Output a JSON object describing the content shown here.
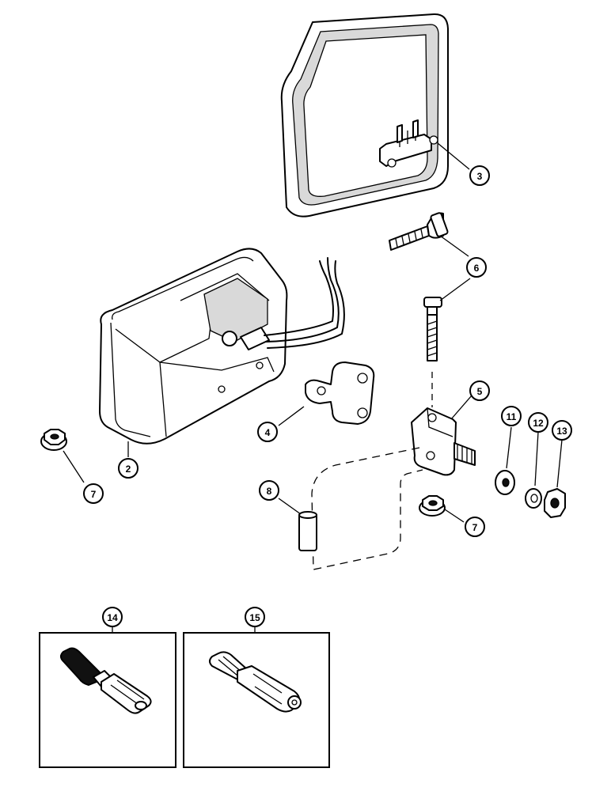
{
  "callouts": [
    {
      "id": "c2",
      "label": "2"
    },
    {
      "id": "c3",
      "label": "3"
    },
    {
      "id": "c4",
      "label": "4"
    },
    {
      "id": "c5",
      "label": "5"
    },
    {
      "id": "c6",
      "label": "6"
    },
    {
      "id": "c7a",
      "label": "7"
    },
    {
      "id": "c7b",
      "label": "7"
    },
    {
      "id": "c8",
      "label": "8"
    },
    {
      "id": "c11",
      "label": "11"
    },
    {
      "id": "c12",
      "label": "12"
    },
    {
      "id": "c13",
      "label": "13"
    },
    {
      "id": "c14",
      "label": "14"
    },
    {
      "id": "c15",
      "label": "15"
    }
  ]
}
